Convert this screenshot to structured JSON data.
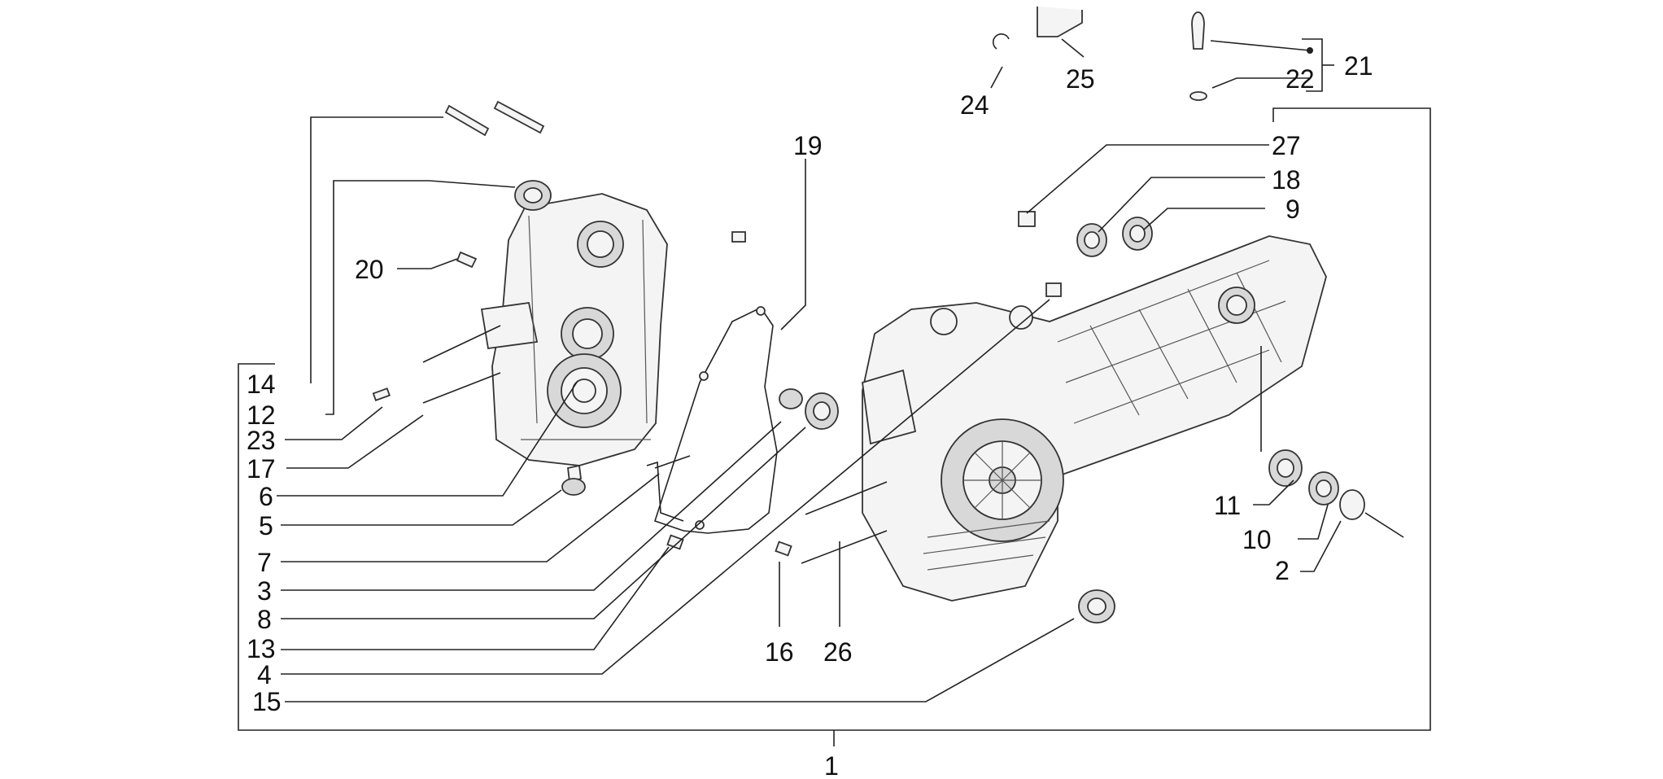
{
  "diagram": {
    "callouts": {
      "c1": "1",
      "c2": "2",
      "c3": "3",
      "c4": "4",
      "c5": "5",
      "c6": "6",
      "c7": "7",
      "c8": "8",
      "c9": "9",
      "c10": "10",
      "c11": "11",
      "c12": "12",
      "c13": "13",
      "c14": "14",
      "c15": "15",
      "c16": "16",
      "c17": "17",
      "c18": "18",
      "c19": "19",
      "c20": "20",
      "c21": "21",
      "c22": "22",
      "c23": "23",
      "c24": "24",
      "c25": "25",
      "c26": "26",
      "c27": "27"
    }
  }
}
